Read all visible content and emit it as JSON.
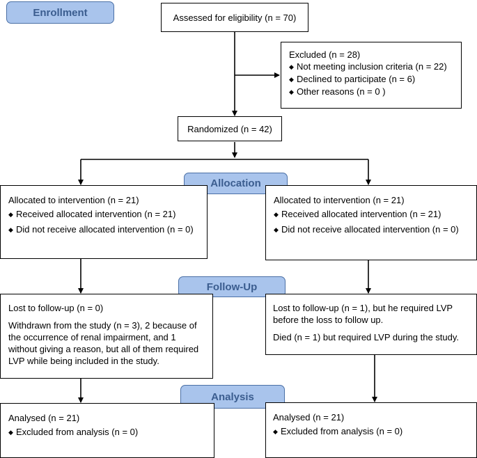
{
  "stages": {
    "enrollment": "Enrollment",
    "allocation": "Allocation",
    "followup": "Follow-Up",
    "analysis": "Analysis"
  },
  "assessed": "Assessed for eligibility (n = 70)",
  "excluded": {
    "title": "Excluded (n = 28)",
    "items": [
      "Not meeting inclusion criteria (n = 22)",
      "Declined to participate (n = 6)",
      "Other reasons (n = 0 )"
    ]
  },
  "randomized": "Randomized (n = 42)",
  "bullet_icon": "diamond-icon",
  "left": {
    "allocation": {
      "title": "Allocated to intervention (n = 21)",
      "items": [
        "Received allocated intervention (n = 21)",
        "Did not receive allocated intervention (n = 0)"
      ]
    },
    "followup": [
      "Lost to follow-up (n = 0)",
      "Withdrawn from the study (n = 3), 2 because of the occurrence of renal impairment, and 1 without giving a reason, but all of them required LVP while being included in the study."
    ],
    "analysis": {
      "title": "Analysed (n = 21)",
      "items": [
        "Excluded from analysis (n = 0)"
      ]
    }
  },
  "right": {
    "allocation": {
      "title": "Allocated to intervention (n = 21)",
      "items": [
        "Received allocated intervention (n = 21)",
        "Did not receive allocated intervention (n = 0)"
      ]
    },
    "followup": [
      "Lost to follow-up (n = 1), but he required LVP before the loss to follow up.",
      "Died (n = 1) but required LVP during the study."
    ],
    "analysis": {
      "title": "Analysed (n = 21)",
      "items": [
        "Excluded from analysis (n = 0)"
      ]
    }
  }
}
